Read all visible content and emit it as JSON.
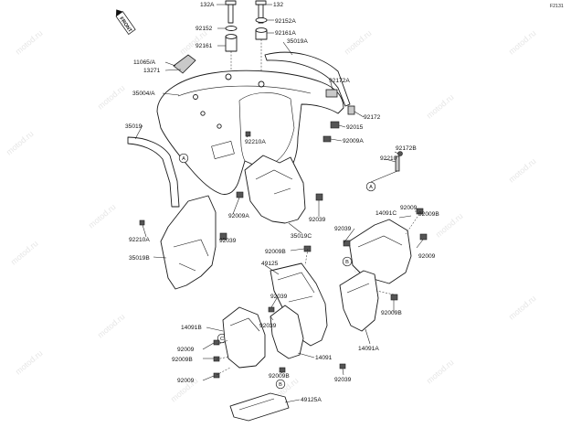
{
  "diagram_code": "F2131",
  "front_badge": "FRONT",
  "watermark": "motod.ru",
  "ref_marks": {
    "a": "A",
    "b": "B",
    "c": "C"
  },
  "labels": {
    "p132a": "132A",
    "p132": "132",
    "p92152": "92152",
    "p92152a": "92152A",
    "p92161": "92161",
    "p92161a": "92161A",
    "p35019a": "35019A",
    "p11065a": "11065/A",
    "p13271": "13271",
    "p35004a": "35004/A",
    "p92172a": "92172A",
    "p92172": "92172",
    "p35019": "35019",
    "p92015": "92015",
    "p92009a_1": "92009A",
    "p92210a_1": "92210A",
    "p92172b": "92172B",
    "p92210": "92210",
    "p92009a_2": "92009A",
    "p92039_1": "92039",
    "p92210a_2": "92210A",
    "p92039_2": "92039",
    "p35019c": "35019C",
    "p35019b": "35019B",
    "p92009b_1": "92009B",
    "p49125": "49125",
    "p92039_3": "92039",
    "p14091c": "14091C",
    "p92009_1": "92009",
    "p92009b_2": "92009B",
    "p92039_4": "92039",
    "p92009_2": "92009",
    "p92039_5": "92039",
    "p14091b": "14091B",
    "p92009b_3": "92009B",
    "p92009_3": "92009",
    "p92009b_4": "92009B",
    "p92009_4": "92009",
    "p14091": "14091",
    "p14091a": "14091A",
    "p92009b_5": "92009B",
    "p92039_6": "92039",
    "p49125a": "49125A"
  }
}
